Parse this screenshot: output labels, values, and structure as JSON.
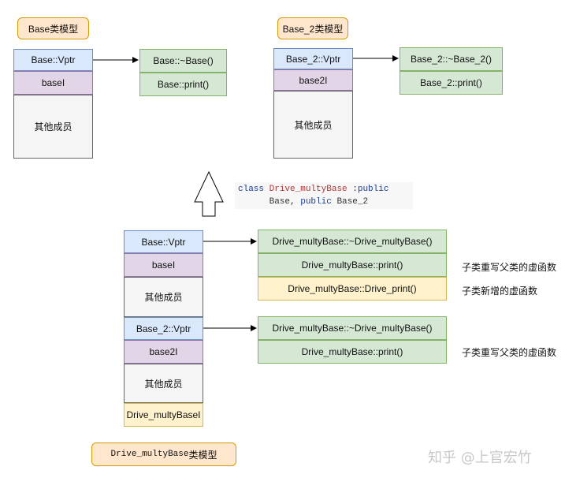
{
  "base_model": {
    "title": "Base类模型",
    "cells": [
      "Base::Vptr",
      "baseI",
      "其他成员"
    ],
    "vtable": [
      "Base::~Base()",
      "Base::print()"
    ]
  },
  "base2_model": {
    "title": "Base_2类模型",
    "cells": [
      "Base_2::Vptr",
      "base2I",
      "其他成员"
    ],
    "vtable": [
      "Base_2::~Base_2()",
      "Base_2::print()"
    ]
  },
  "inheritance": {
    "kw_class": "class",
    "class_name": "Drive_multyBase",
    "colon": " :",
    "kw_public1": "public",
    "base1": "Base,",
    "kw_public2": "public",
    "base2": "Base_2"
  },
  "derived_model": {
    "cells": [
      "Base::Vptr",
      "baseI",
      "其他成员",
      "Base_2::Vptr",
      "base2I",
      "其他成员",
      "Drive_multyBaseI"
    ],
    "vtable1": [
      "Drive_multyBase::~Drive_multyBase()",
      "Drive_multyBase::print()",
      "Drive_multyBase::Drive_print()"
    ],
    "vtable2": [
      "Drive_multyBase::~Drive_multyBase()",
      "Drive_multyBase::print()"
    ],
    "notes": [
      "子类重写父类的虚函数",
      "子类新增的虚函数",
      "子类重写父类的虚函数"
    ],
    "title_code": "Drive_multyBase",
    "title_suffix": " 类模型"
  },
  "watermark": "知乎 @上官宏竹"
}
